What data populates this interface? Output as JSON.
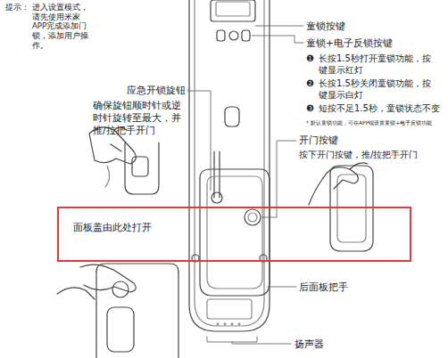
{
  "diagram": {
    "nodes": [
      {
        "text": [
          "面板盖由此处打开"
        ]
      }
    ],
    "labels": [
      "提示：",
      "进入设置模式，请先使用米家APP完成添加门锁，添加用户操作。",
      "童锁按键",
      "童锁+电子反锁按键",
      "❶",
      "长按1.5秒打开童锁功能，按键显示红灯",
      "❷",
      "长按1.5秒关闭童锁功能，按键显示白灯",
      "❸",
      "短按不足1.5秒，童锁状态不变",
      "* 默认童锁功能，可在APP端设置童锁+电子反锁功能",
      "应急开锁旋钮",
      "确保旋钮顺时针或逆时针旋转至最大，并推/拉把手开门",
      "开门按键",
      "按下开门按键，推/拉把手开门",
      "后面板把手",
      "扬声器"
    ]
  }
}
